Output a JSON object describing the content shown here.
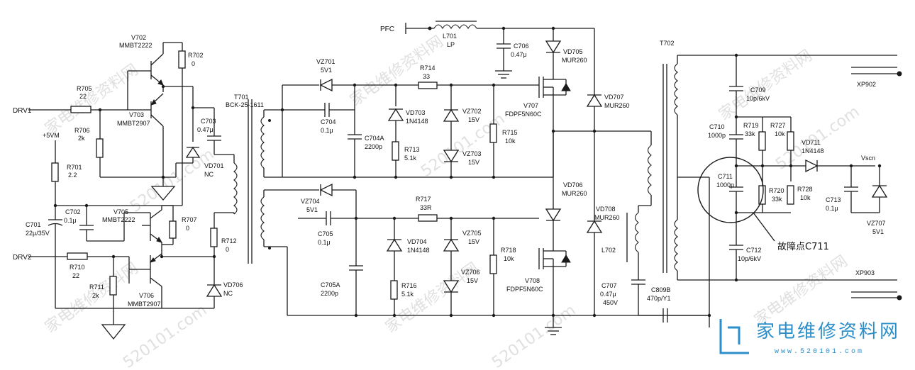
{
  "signals": {
    "drv1": "DRV1",
    "drv2": "DRV2",
    "plus5vm": "+5VM",
    "pfc": "PFC",
    "vscn": "Vscn"
  },
  "components": {
    "v702": "V702",
    "v702_part": "MMBT2222",
    "r702": "R702",
    "r702_val": "0",
    "r705": "R705",
    "r705_val": "22",
    "v703": "V703",
    "v703_part": "MMBT2907",
    "r706": "R706",
    "r706_val": "2k",
    "c703": "C703",
    "c703_val": "0.47μ",
    "r701": "R701",
    "r701_val": "2.2",
    "vd701": "VD701",
    "vd701_val": "NC",
    "c701": "C701",
    "c701_val": "22μ/35V",
    "c702": "C702",
    "c702_val": "0.1μ",
    "v705": "V705",
    "v705_part": "MMBT2222",
    "r707": "R707",
    "r707_val": "0",
    "r712": "R712",
    "r712_val": "0",
    "r710": "R710",
    "r710_val": "22",
    "r711": "R711",
    "r711_val": "2k",
    "v706": "V706",
    "v706_part": "MMBT2907",
    "vd706a": "VD706",
    "vd706a_val": "NC",
    "t701": "T701",
    "t701_part": "BCK-25-1611",
    "vz701": "VZ701",
    "vz701_val": "5V1",
    "r714": "R714",
    "r714_val": "33",
    "c704": "C704",
    "c704_val": "0.1μ",
    "c704a": "C704A",
    "c704a_val": "2200p",
    "vd703": "VD703",
    "vd703_val": "1N4148",
    "r713": "R713",
    "r713_val": "5.1k",
    "vz702": "VZ702",
    "vz702_val": "15V",
    "vz703": "VZ703",
    "vz703_val": "15V",
    "r715": "R715",
    "r715_val": "10k",
    "v707": "V707",
    "v707_part": "FDPF5N60C",
    "vz704": "VZ704",
    "vz704_val": "5V1",
    "r717": "R717",
    "r717_val": "33R",
    "c705": "C705",
    "c705_val": "0.1μ",
    "c705a": "C705A",
    "c705a_val": "2200p",
    "vd704": "VD704",
    "vd704_val": "1N4148",
    "r716": "R716",
    "r716_val": "5.1k",
    "vz705": "VZ705",
    "vz705_val": "15V",
    "vz706": "VZ706",
    "vz706_val": "15V",
    "r718": "R718",
    "r718_val": "10k",
    "v708": "V708",
    "v708_part": "FDPF5N60C",
    "l701": "L701",
    "l701_val": "LP",
    "c706": "C706",
    "c706_val": "0.47μ",
    "vd705": "VD705",
    "vd705_val": "MUR260",
    "vd707": "VD707",
    "vd707_val": "MUR260",
    "vd706b": "VD706",
    "vd706b_val": "MUR260",
    "vd708": "VD708",
    "vd708_val": "MUR260",
    "l702": "L702",
    "c707": "C707",
    "c707_val": "0.47μ",
    "c707_v": "450V",
    "c809b": "C809B",
    "c809b_val": "470p/Y1",
    "t702": "T702",
    "c709": "C709",
    "c709_val": "10p/6kV",
    "c710": "C710",
    "c710_val": "1000p",
    "r719": "R719",
    "r719_val": "33k",
    "r727": "R727",
    "r727_val": "10k",
    "vd711": "VD711",
    "vd711_val": "1N4148",
    "c711": "C711",
    "c711_val": "1000p",
    "r720": "R720",
    "r720_val": "33k",
    "r728": "R728",
    "r728_val": "10k",
    "c713": "C713",
    "c713_val": "0.1μ",
    "vz707": "VZ707",
    "vz707_val": "5V1",
    "c712": "C712",
    "c712_val": "10p/6kV",
    "xp902": "XP902",
    "xp903": "XP903"
  },
  "annotation": {
    "fault": "故障点C711"
  },
  "watermark": {
    "cn": "家电维修资料网",
    "url": "520101.com",
    "logo_cn": "家电维修资料网",
    "logo_url": "www.520101.com"
  },
  "colors": {
    "ink": "#1a1a1a",
    "logo": "#2d8fc9",
    "watermark": "#c8c8c8"
  }
}
